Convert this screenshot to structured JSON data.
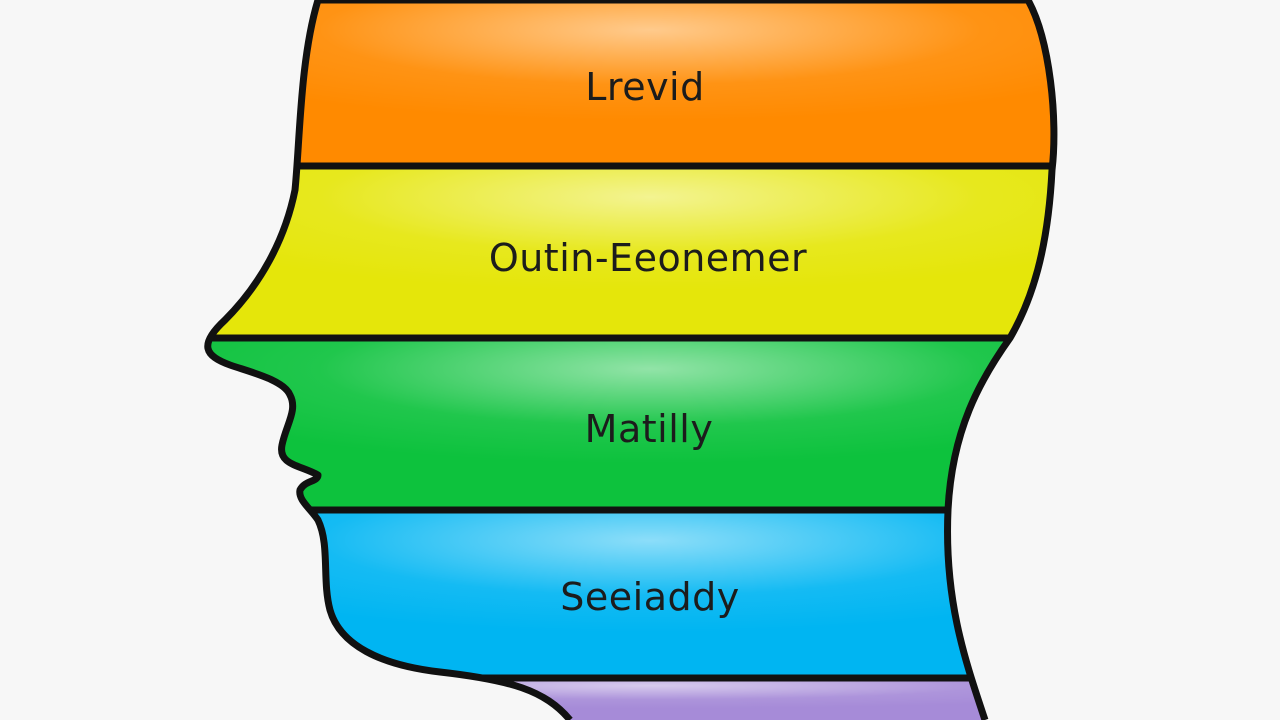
{
  "diagram": {
    "bands": [
      {
        "label": "Lrevid",
        "color": "#ff8a00"
      },
      {
        "label": "Outin-Eeonemer",
        "color": "#e5e60a"
      },
      {
        "label": "Matilly",
        "color": "#0dc23d"
      },
      {
        "label": "Seeiaddy",
        "color": "#00b5f2"
      },
      {
        "label": "",
        "color": "#a68bd8"
      }
    ],
    "outline_color": "#111111",
    "background_color": "#f7f7f7"
  }
}
